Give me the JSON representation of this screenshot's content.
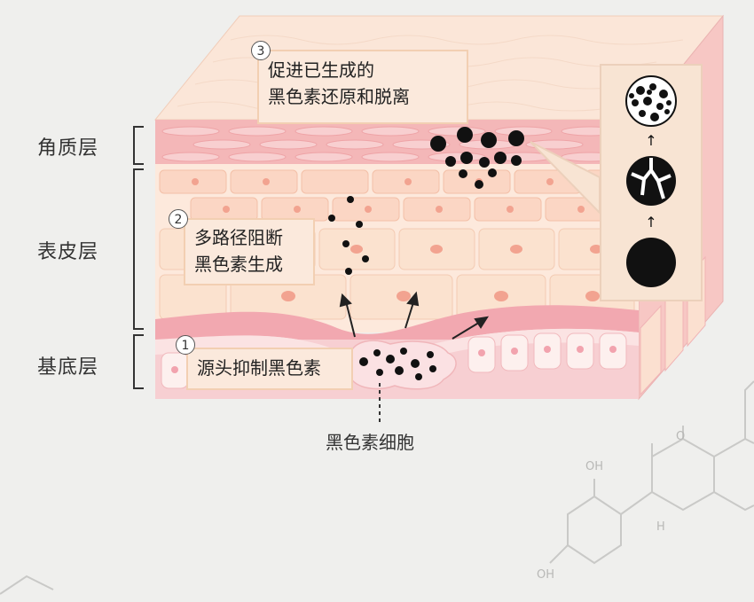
{
  "layers": {
    "stratum_corneum": "角质层",
    "epidermis": "表皮层",
    "basal_layer": "基底层"
  },
  "callouts": {
    "step1": {
      "number": "1",
      "text": "源头抑制黑色素"
    },
    "step2": {
      "number": "2",
      "line1": "多路径阻断",
      "line2": "黑色素生成"
    },
    "step3": {
      "number": "3",
      "line1": "促进已生成的",
      "line2": "黑色素还原和脱离"
    }
  },
  "melanocyte_label": "黑色素细胞",
  "molecule_labels": {
    "oh_top": "OH",
    "oh_bottom": "OH",
    "o_ring": "O",
    "h_label": "H"
  },
  "colors": {
    "skin_top": "#fbe6d8",
    "corneum": "#f4b7b8",
    "epidermis_cell": "#fbe0d0",
    "basal": "#f2b1b7",
    "melanin": "#111111"
  }
}
